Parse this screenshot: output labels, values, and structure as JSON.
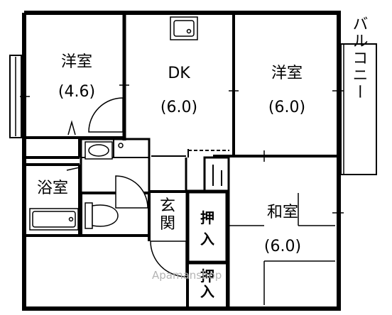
{
  "rooms": {
    "western_left": {
      "name": "洋室",
      "size": "(4.6)"
    },
    "dk": {
      "name": "DK",
      "size": "(6.0)"
    },
    "western_right": {
      "name": "洋室",
      "size": "(6.0)"
    },
    "japanese": {
      "name": "和室",
      "size": "(6.0)"
    },
    "bath": {
      "name": "浴室"
    },
    "entrance": {
      "name_top": "玄",
      "name_bottom": "関"
    },
    "closet_a": {
      "top": "押",
      "bottom": "入"
    },
    "closet_b": {
      "top": "押",
      "bottom": "入"
    },
    "balcony": {
      "name": "バルコニー"
    }
  },
  "watermark": "Apamanshop",
  "colors": {
    "line": "#000000",
    "background": "#ffffff",
    "watermark": "#b5b5b5"
  }
}
